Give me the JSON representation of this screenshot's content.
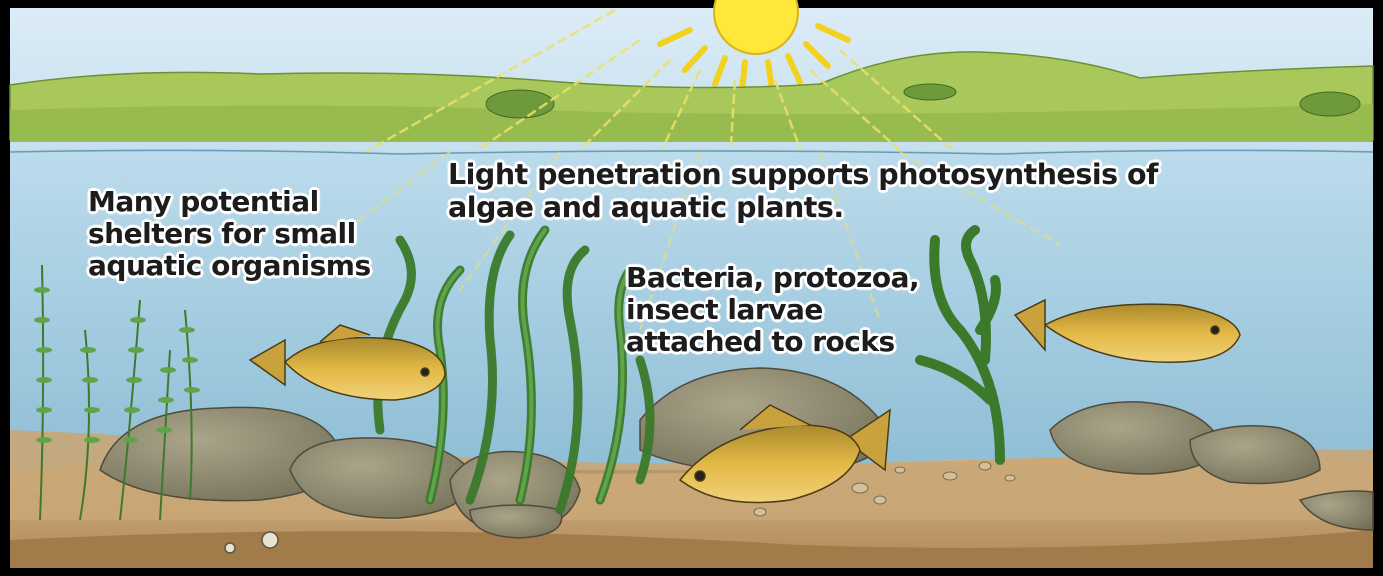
{
  "labels": {
    "shelters": {
      "lines": [
        "Many potential",
        "shelters for small",
        "aquatic organisms"
      ]
    },
    "light": {
      "lines": [
        "Light penetration supports photosynthesis of",
        "algae and aquatic plants."
      ]
    },
    "bacteria": {
      "lines": [
        "Bacteria, protozoa,",
        "insect larvae",
        "attached to rocks"
      ]
    }
  },
  "colors": {
    "sky": "#c9e3f1",
    "hills": "#a7c75a",
    "water": "#a8cfe3",
    "sediment": "#c9a676",
    "rock": "#8f8a70",
    "plant": "#4f9a3a",
    "fish": "#d9a73a",
    "sun": "#ffe83a",
    "frame": "#000000"
  }
}
